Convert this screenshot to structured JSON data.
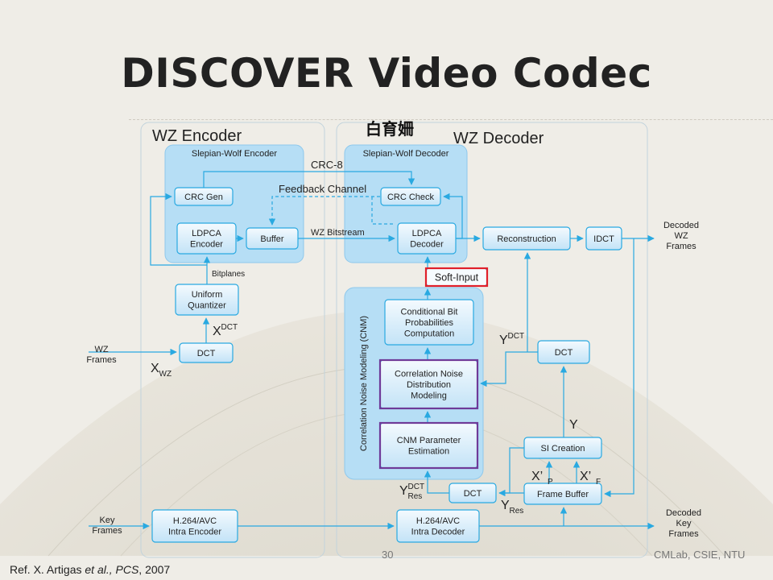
{
  "slide": {
    "title": "DISCOVER Video Codec",
    "page_number": "30",
    "organization": "CMLab, CSIE, NTU",
    "reference": {
      "prefix": "Ref. X. Artigas ",
      "italic": "et al., PCS",
      "suffix": ", 2007"
    }
  },
  "colors": {
    "accent": "#29a9e1",
    "module_fill": "#b6def5",
    "block_top": "#f4fafe",
    "block_bottom": "#c3e3f7",
    "highlight_red": "#e0202a",
    "highlight_purple": "#6f3a98",
    "text": "#222222"
  },
  "diagram": {
    "encoder_title": "WZ Encoder",
    "decoder_title": "WZ Decoder",
    "garbled_text": "白育姍",
    "slepian_wolf_encoder": "Slepian-Wolf Encoder",
    "slepian_wolf_decoder": "Slepian-Wolf Decoder",
    "cnm_group": "Correlation Noise Modeling (CNM)",
    "blocks": {
      "crc_gen": [
        "CRC Gen"
      ],
      "ldpca_encoder": [
        "LDPCA",
        "Encoder"
      ],
      "buffer": [
        "Buffer"
      ],
      "crc_check": [
        "CRC Check"
      ],
      "ldpca_decoder": [
        "LDPCA",
        "Decoder"
      ],
      "reconstruction": [
        "Reconstruction"
      ],
      "idct": [
        "IDCT"
      ],
      "uniform_quantizer": [
        "Uniform",
        "Quantizer"
      ],
      "dct_encoder": [
        "DCT"
      ],
      "soft_input": [
        "Soft-Input"
      ],
      "cond_bit_prob": [
        "Conditional Bit",
        "Probabilities",
        "Computation"
      ],
      "corr_noise_dist": [
        "Correlation Noise",
        "Distribution",
        "Modeling"
      ],
      "cnm_param": [
        "CNM Parameter",
        "Estimation"
      ],
      "dct_si": [
        "DCT"
      ],
      "si_creation": [
        "SI Creation"
      ],
      "dct_res": [
        "DCT"
      ],
      "frame_buffer": [
        "Frame Buffer"
      ],
      "h264_encoder": [
        "H.264/AVC",
        "Intra Encoder"
      ],
      "h264_decoder": [
        "H.264/AVC",
        "Intra Decoder"
      ]
    },
    "labels": {
      "crc8": "CRC-8",
      "feedback_channel": "Feedback Channel",
      "wz_bitstream": "WZ Bitstream",
      "bitplanes": "Bitplanes",
      "wz_frames_in": [
        "WZ",
        "Frames"
      ],
      "key_frames_in": [
        "Key",
        "Frames"
      ],
      "decoded_wz_frames": [
        "Decoded",
        "WZ",
        "Frames"
      ],
      "decoded_key_frames": [
        "Decoded",
        "Key",
        "Frames"
      ]
    },
    "math": {
      "x_dct": {
        "base": "X",
        "sup": "DCT"
      },
      "x_wz": {
        "base": "X",
        "sub": "WZ"
      },
      "y_dct": {
        "base": "Y",
        "sup": "DCT"
      },
      "y": {
        "base": "Y"
      },
      "x_p": {
        "base": "X’",
        "sub": "P"
      },
      "x_f": {
        "base": "X’",
        "sub": "F"
      },
      "y_res_dct": {
        "base": "Y",
        "sup": "DCT",
        "sub": "Res"
      },
      "y_res": {
        "base": "Y",
        "sub": "Res"
      }
    }
  }
}
